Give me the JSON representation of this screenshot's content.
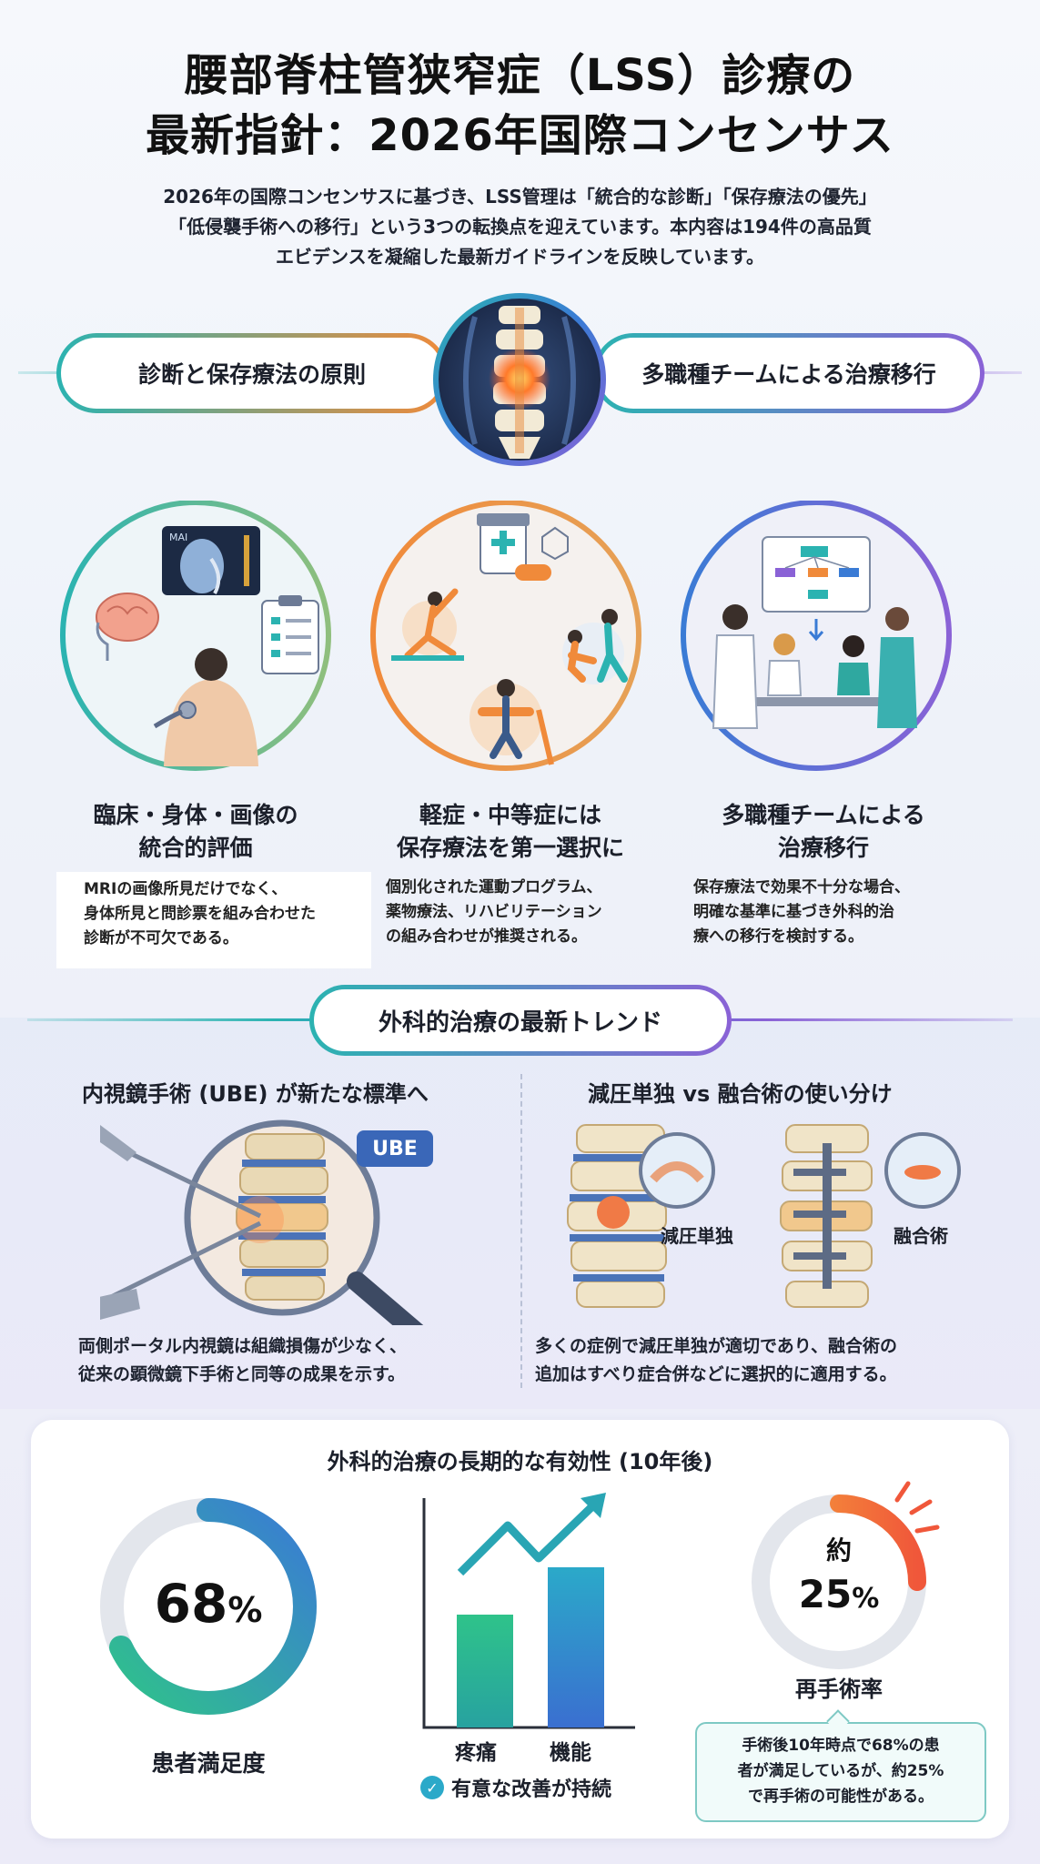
{
  "header": {
    "title_line1": "腰部脊柱管狭窄症（LSS）診療の",
    "title_line2": "最新指針：2026年国際コンセンサス",
    "intro_line1": "2026年の国際コンセンサスに基づき、LSS管理は「統合的な診断」「保存療法の優先」",
    "intro_line2": "「低侵襲手術への移行」という3つの転換点を迎えています。本内容は194件の高品質",
    "intro_line3": "エビデンスを凝縮した最新ガイドラインを反映しています。"
  },
  "banner": {
    "left_label": "診断と保存療法の原則",
    "right_label": "多職種チームによる治療移行"
  },
  "columns": [
    {
      "title_line1": "臨床・身体・画像の",
      "title_line2": "統合的評価",
      "desc_line1": "MRIの画像所見だけでなく、",
      "desc_line2": "身体所見と問診票を組み合わせた",
      "desc_line3": "診断が不可欠である。",
      "mri_label": "MAI"
    },
    {
      "title_line1": "軽症・中等症には",
      "title_line2": "保存療法を第一選択に",
      "desc_line1": "個別化された運動プログラム、",
      "desc_line2": "薬物療法、リハビリテーション",
      "desc_line3": "の組み合わせが推奨される。"
    },
    {
      "title_line1": "多職種チームによる",
      "title_line2": "治療移行",
      "desc_line1": "保存療法で効果不十分な場合、",
      "desc_line2": "明確な基準に基づき外科的治",
      "desc_line3": "療への移行を検討する。"
    }
  ],
  "surgery": {
    "section_title": "外科的治療の最新トレンド",
    "left_heading": "内視鏡手術 (UBE) が新たな標準へ",
    "ube_badge": "UBE",
    "left_caption_line1": "両側ポータル内視鏡は組織損傷が少なく、",
    "left_caption_line2": "従来の顕微鏡下手術と同等の成果を示す。",
    "right_heading": "減圧単独 vs 融合術の使い分け",
    "label_decompression": "減圧単独",
    "label_fusion": "融合術",
    "right_caption_line1": "多くの症例で減圧単独が適切であり、融合術の",
    "right_caption_line2": "追加はすべり症合併などに選択的に適用する。"
  },
  "outcomes": {
    "title": "外科的治療の長期的な有効性 (10年後)",
    "satisfaction_value": "68",
    "satisfaction_unit": "%",
    "satisfaction_label": "患者満足度",
    "satisfaction_fraction": 0.68,
    "bar_label_pain": "疼痛",
    "bar_label_function": "機能",
    "improvement_note": "有意な改善が持続",
    "reop_prefix": "約",
    "reop_value": "25",
    "reop_unit": "%",
    "reop_label": "再手術率",
    "reop_fraction": 0.25,
    "note_line1": "手術後10年時点で68%の患",
    "note_line2": "者が満足しているが、約25%",
    "note_line3": "で再手術の可能性がある。"
  },
  "colors": {
    "teal": "#2bb3b1",
    "orange": "#f08a3a",
    "purple": "#8a62d6",
    "blue": "#3a7bd5",
    "green": "#2fc38a",
    "red": "#f0573a"
  }
}
